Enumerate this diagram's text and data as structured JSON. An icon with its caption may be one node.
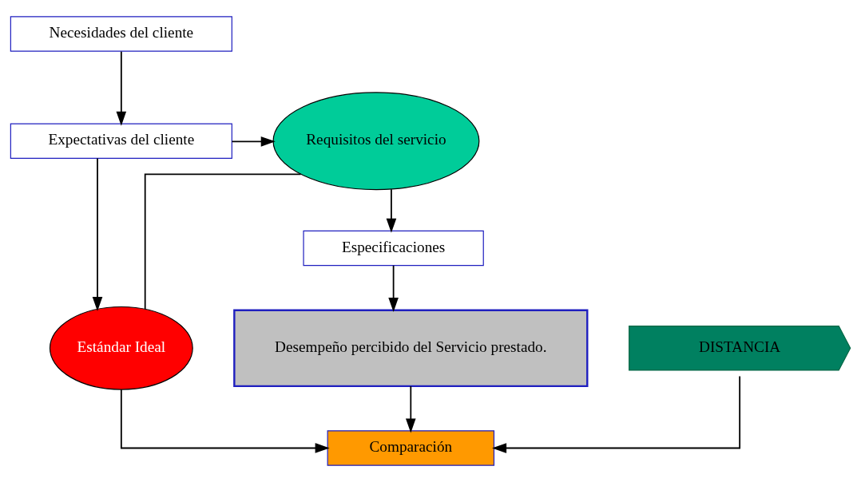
{
  "diagram": {
    "nodes": [
      {
        "text": [
          "Necesidades del cliente"
        ]
      },
      {
        "text": [
          "Requisitos del servicio"
        ]
      },
      {
        "text": [
          "Expectativas del cliente"
        ]
      },
      {
        "text": [
          "Especificaciones"
        ]
      },
      {
        "text": [
          "Desempeño percibido del Servicio prestado."
        ]
      },
      {
        "text": [
          "DISTANCIA"
        ]
      },
      {
        "text": [
          "Estándar Ideal"
        ]
      },
      {
        "text": [
          "Comparación"
        ]
      }
    ],
    "edges": [
      {
        "from": 0,
        "to": 2,
        "arrow": "to"
      },
      {
        "from": 2,
        "to": 1,
        "arrow": "to"
      },
      {
        "from": 2,
        "to": 6,
        "arrow": "to"
      },
      {
        "from": 1,
        "to": 3,
        "arrow": "to"
      },
      {
        "from": 1,
        "to": 6,
        "arrow": "none"
      },
      {
        "from": 3,
        "to": 4,
        "arrow": "to"
      },
      {
        "from": 4,
        "to": 7,
        "arrow": "to"
      },
      {
        "from": 5,
        "to": 7,
        "arrow": "to"
      },
      {
        "from": 6,
        "to": 7,
        "arrow": "to"
      }
    ]
  }
}
